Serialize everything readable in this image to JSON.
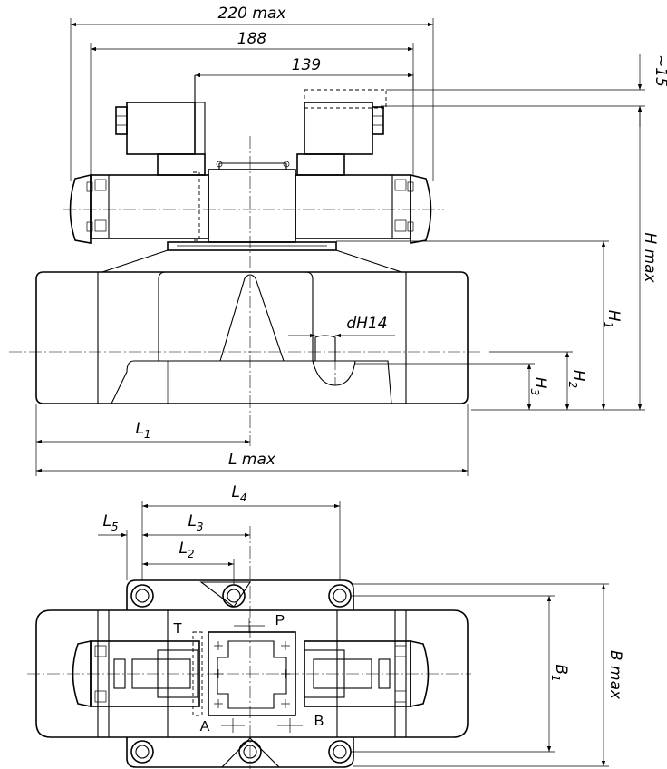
{
  "dimensions": {
    "overall_width": "220 max",
    "width_188": "188",
    "width_139": "139",
    "top_clearance": "~15",
    "height_max": "H max",
    "h1": "H",
    "h1_sub": "1",
    "h2": "H",
    "h2_sub": "2",
    "h3": "H",
    "h3_sub": "3",
    "bore": "dH14",
    "l1": "L",
    "l1_sub": "1",
    "l_max": "L max",
    "l4": "L",
    "l4_sub": "4",
    "l5": "L",
    "l5_sub": "5",
    "l3": "L",
    "l3_sub": "3",
    "l2": "L",
    "l2_sub": "2",
    "b_max": "B max",
    "b1": "B",
    "b1_sub": "1"
  },
  "ports": {
    "t": "T",
    "p": "P",
    "a": "A",
    "b": "B"
  }
}
